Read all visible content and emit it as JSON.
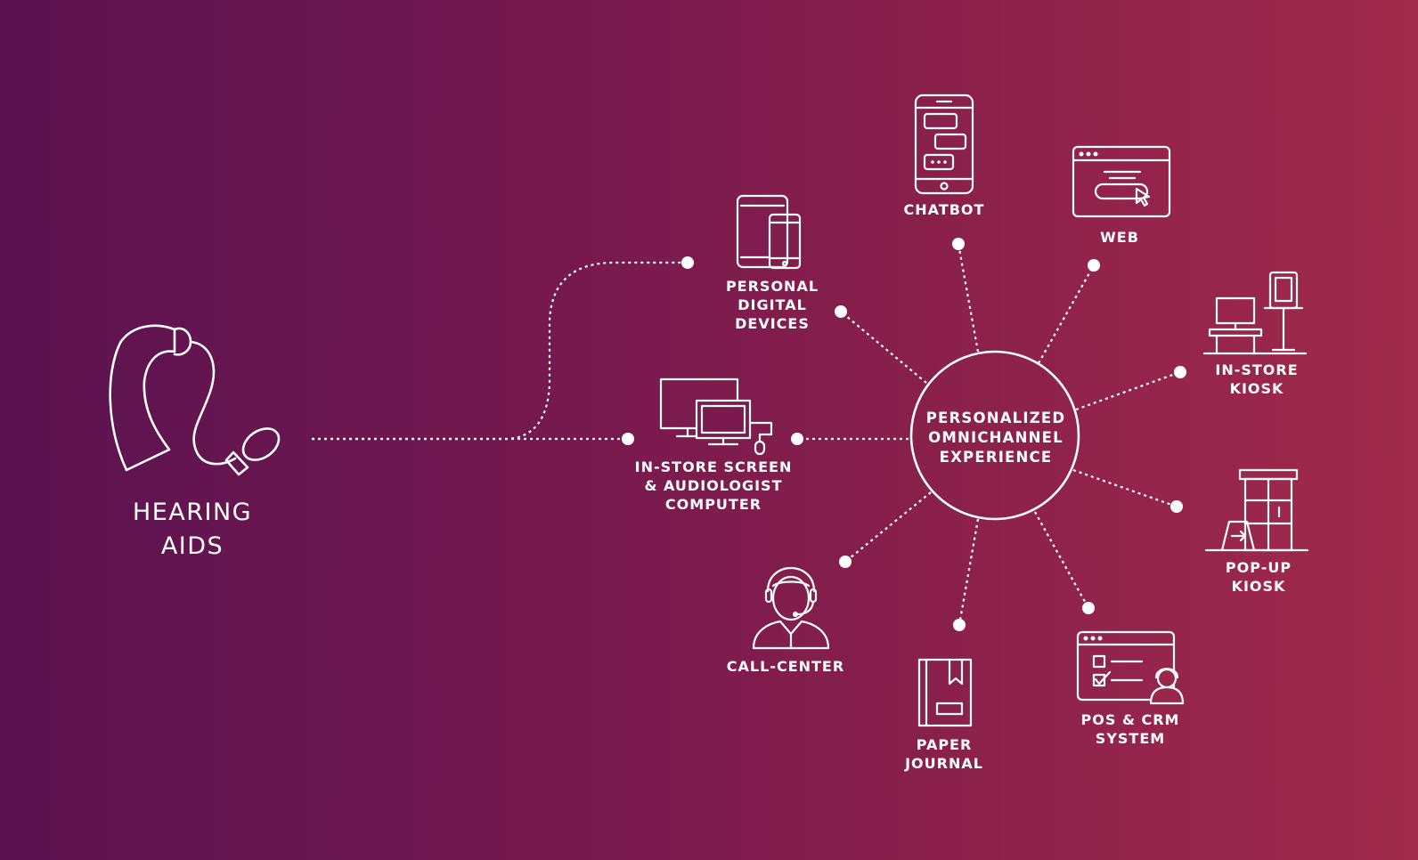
{
  "hub": {
    "lines": [
      "PERSONALIZED",
      "OMNICHANNEL",
      "EXPERIENCE"
    ]
  },
  "source": {
    "lines": [
      "HEARING",
      "AIDS"
    ],
    "icon": "hearing-aid-icon"
  },
  "channels": [
    {
      "key": "chatbot",
      "icon": "chat-phone-icon",
      "lines": [
        "CHATBOT"
      ]
    },
    {
      "key": "web",
      "icon": "browser-window-icon",
      "lines": [
        "WEB"
      ]
    },
    {
      "key": "personal",
      "icon": "tablet-phone-icon",
      "lines": [
        "PERSONAL",
        "DIGITAL",
        "DEVICES"
      ]
    },
    {
      "key": "instore-kiosk",
      "icon": "kiosk-icon",
      "lines": [
        "IN-STORE",
        "KIOSK"
      ]
    },
    {
      "key": "instore-screen",
      "icon": "computer-screens-icon",
      "lines": [
        "IN-STORE SCREEN",
        "& AUDIOLOGIST",
        "COMPUTER"
      ]
    },
    {
      "key": "popup-kiosk",
      "icon": "popup-kiosk-icon",
      "lines": [
        "POP-UP",
        "KIOSK"
      ]
    },
    {
      "key": "callcenter",
      "icon": "headset-agent-icon",
      "lines": [
        "CALL-CENTER"
      ]
    },
    {
      "key": "journal",
      "icon": "notebook-icon",
      "lines": [
        "PAPER",
        "JOURNAL"
      ]
    },
    {
      "key": "pos",
      "icon": "crm-window-icon",
      "lines": [
        "POS & CRM",
        "SYSTEM"
      ]
    }
  ]
}
